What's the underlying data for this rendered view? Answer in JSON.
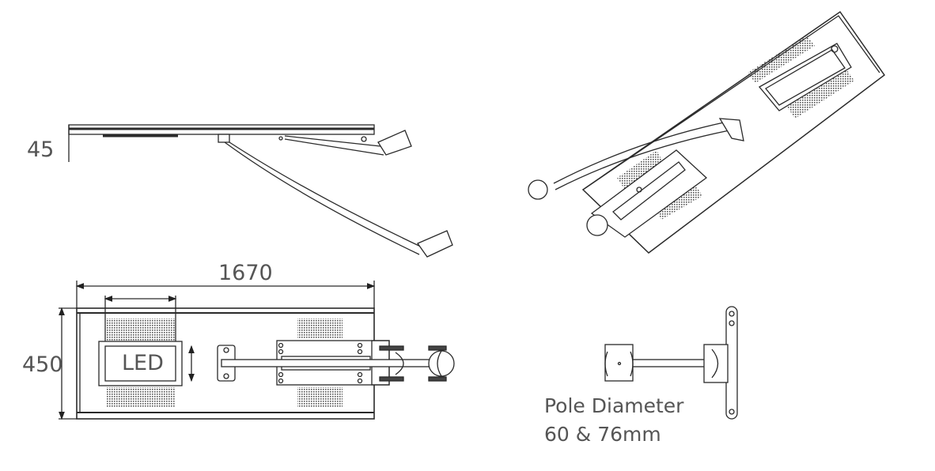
{
  "dimensions": {
    "height_side": "45",
    "length_top": "1670",
    "width_top": "450",
    "led_label": "LED"
  },
  "pole_note": {
    "line1": "Pole Diameter",
    "line2": "60 & 76mm"
  },
  "colors": {
    "line": "#2a2a2a",
    "text": "#555555"
  }
}
